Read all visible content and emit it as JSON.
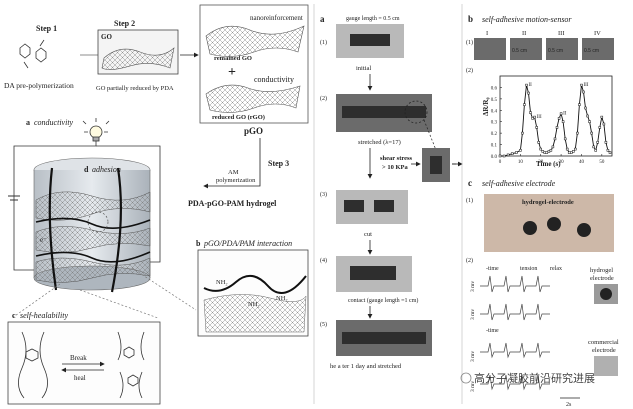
{
  "left": {
    "step1": "Step 1",
    "step1_caption": "DA pre-polymerization",
    "step2": "Step 2",
    "step2_box_label": "GO",
    "step2_caption": "GO partially reduced by PDA",
    "nanoreinforcement": "nanoreinforcement",
    "remained_go": "remained GO",
    "plus": "+",
    "conductivity_label": "conductivity",
    "reduced_go": "reduced GO (rGO)",
    "pgo": "pGO",
    "step3": "Step 3",
    "am_poly_1": "AM",
    "am_poly_2": "polymerization",
    "hydrogel": "PDA-pGO-PAM hydrogel",
    "panel_a_letter": "a",
    "panel_a_label": "conductivity",
    "panel_d_letter": "d",
    "panel_d_label": "adhesion",
    "electron": "e⁻",
    "panel_b_letter": "b",
    "panel_b_label": "pGO/PDA/PAM interaction",
    "nh2": "NH₂",
    "panel_c_letter": "c",
    "panel_c_label": "self-healability",
    "break": "Break",
    "heal": "heal"
  },
  "middle": {
    "panel_letter": "a",
    "s1": "(1)",
    "gauge": "gauge length = 0.5 cm",
    "initial": "initial",
    "s2": "(2)",
    "stretched": "stretched (λ=17)",
    "shear1": "shear stress",
    "shear2": "> 10 KPa",
    "s3": "(3)",
    "cut": "cut",
    "s4": "(4)",
    "contact": "contact (gauge length =1 cm)",
    "s5": "(5)",
    "healed": "he  a  ter 1 day and stretched"
  },
  "right": {
    "b_letter": "b",
    "b_title": "self-adhesive motion-sensor",
    "b1": "(1)",
    "roman": [
      "I",
      "II",
      "III",
      "IV"
    ],
    "lengths": [
      "0.5 cm",
      "0.5 cm",
      "0.5 cm"
    ],
    "b2": "(2)",
    "ylabel": "ΔR/R₀",
    "xlabel": "Time (s)",
    "c_letter": "c",
    "c_title": "self-adhesive electrode",
    "c1": "(1)",
    "hydrogel_electrode": "hydrogel-electrode",
    "c2": "(2)",
    "rest_time": "-time",
    "tension": "tension",
    "relax": "relax",
    "hydrogel_elec_1": "hydrogel",
    "hydrogel_elec_2": "electrode",
    "commercial_1": "commercial",
    "commercial_2": "electrode",
    "mv": "3 mv",
    "scale_2s": "2s",
    "watermark": "高分子凝胶前沿研究进展"
  },
  "chart_data": {
    "type": "line",
    "title": "",
    "xlabel": "Time (s)",
    "ylabel": "ΔR/R₀",
    "xlim": [
      0,
      55
    ],
    "ylim": [
      0,
      0.7
    ],
    "xticks": [
      0,
      10,
      20,
      30,
      40,
      50
    ],
    "yticks": [
      0.0,
      0.1,
      0.2,
      0.3,
      0.4,
      0.5,
      0.6
    ],
    "peak_labels": [
      "II",
      "III",
      "II",
      "III"
    ],
    "series": [
      {
        "x": [
          0,
          2,
          4,
          6,
          8,
          10,
          11,
          12,
          13,
          14,
          15,
          16,
          17,
          18,
          19,
          20,
          21,
          22,
          23,
          24,
          25,
          26,
          27,
          28,
          29,
          30,
          31,
          32,
          33,
          34,
          35,
          36,
          37,
          38,
          39,
          40,
          41,
          42,
          43,
          44,
          45,
          46,
          47,
          48,
          49,
          50,
          51,
          52,
          53,
          54
        ],
        "y": [
          0.0,
          0.0,
          0.01,
          0.02,
          0.03,
          0.05,
          0.2,
          0.45,
          0.62,
          0.55,
          0.38,
          0.33,
          0.34,
          0.25,
          0.12,
          0.06,
          0.04,
          0.03,
          0.03,
          0.04,
          0.05,
          0.08,
          0.15,
          0.25,
          0.33,
          0.37,
          0.3,
          0.15,
          0.06,
          0.03,
          0.03,
          0.04,
          0.06,
          0.2,
          0.45,
          0.62,
          0.56,
          0.42,
          0.35,
          0.3,
          0.2,
          0.08,
          0.05,
          0.12,
          0.25,
          0.34,
          0.28,
          0.12,
          0.05,
          0.03
        ]
      }
    ]
  }
}
